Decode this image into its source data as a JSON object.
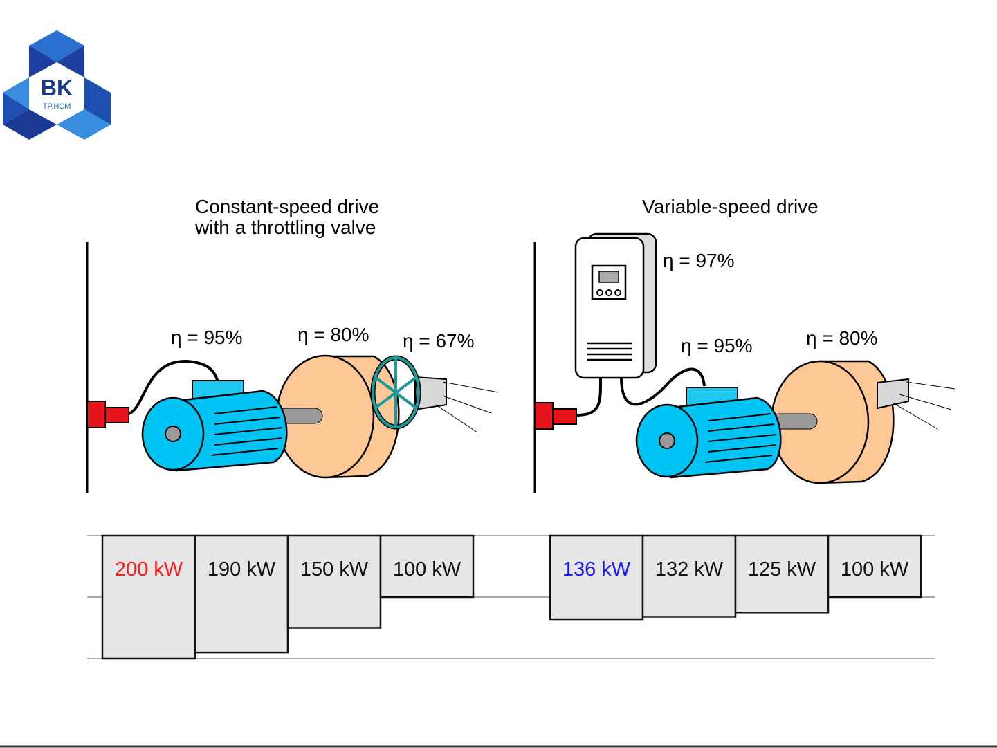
{
  "logo": {
    "text": "BK",
    "subtext": "TP.HCM"
  },
  "left": {
    "title_line1": "Constant-speed drive",
    "title_line2": "with a throttling valve",
    "eff_motor": "η = 95%",
    "eff_pump": "η = 80%",
    "eff_valve": "η = 67%"
  },
  "right": {
    "title": "Variable-speed drive",
    "eff_drive": "η = 97%",
    "eff_motor": "η = 95%",
    "eff_pump": "η = 80%"
  },
  "chart_data": {
    "type": "bar",
    "series": [
      {
        "name": "Constant-speed drive",
        "categories": [
          "input",
          "motor",
          "pump",
          "valve"
        ],
        "values": [
          200,
          190,
          150,
          100
        ],
        "labels": [
          "200 kW",
          "190 kW",
          "150 kW",
          "100 kW"
        ]
      },
      {
        "name": "Variable-speed drive",
        "categories": [
          "input",
          "drive",
          "motor",
          "pump"
        ],
        "values": [
          136,
          132,
          125,
          100
        ],
        "labels": [
          "136 kW",
          "132 kW",
          "125 kW",
          "100 kW"
        ]
      }
    ],
    "highlight_colors": [
      "#ff1a1a",
      "#1a1aff"
    ],
    "ylim": [
      0,
      200
    ]
  }
}
